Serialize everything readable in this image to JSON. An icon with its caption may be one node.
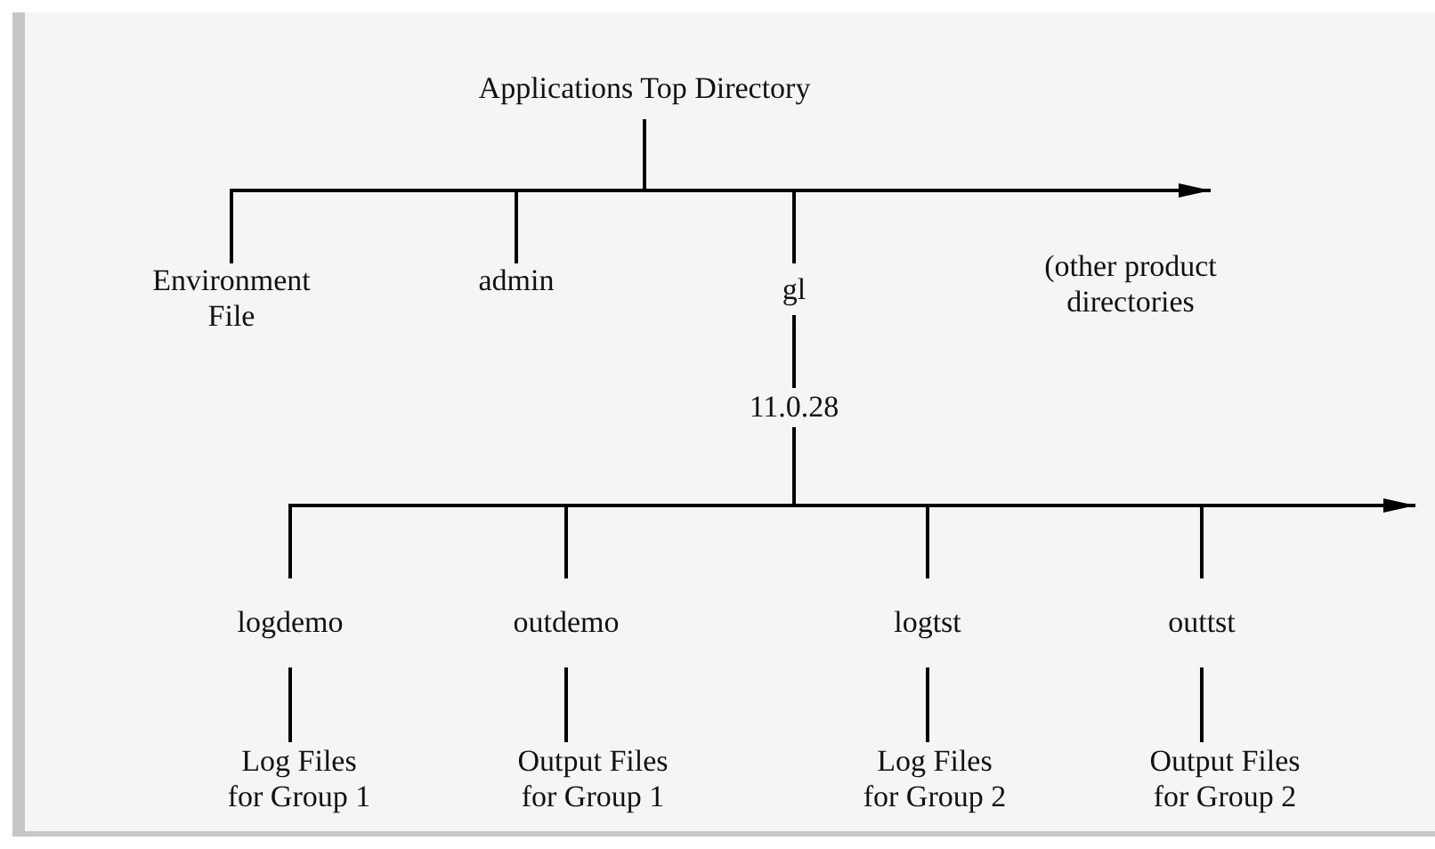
{
  "diagram": {
    "nodes": [
      {
        "text": [
          "Applications Top Directory"
        ]
      },
      {
        "text": [
          "Environment File"
        ]
      },
      {
        "text": [
          "admin"
        ]
      },
      {
        "text": [
          "gl"
        ]
      },
      {
        "text": [
          "(other product directories"
        ]
      },
      {
        "text": [
          "11.0.28"
        ]
      },
      {
        "text": [
          "logdemo"
        ]
      },
      {
        "text": [
          "outdemo"
        ]
      },
      {
        "text": [
          "logtst"
        ]
      },
      {
        "text": [
          "outtst"
        ]
      },
      {
        "text": [
          "Log Files for Group 1"
        ]
      },
      {
        "text": [
          "Output Files for Group 1"
        ]
      },
      {
        "text": [
          "Log Files for Group 2"
        ]
      },
      {
        "text": [
          "Output Files for Group 2"
        ]
      }
    ],
    "edges": [
      {
        "from": 0,
        "to": 1,
        "arrow": "none"
      },
      {
        "from": 0,
        "to": 2,
        "arrow": "none"
      },
      {
        "from": 0,
        "to": 3,
        "arrow": "none"
      },
      {
        "from": 0,
        "to": 4,
        "arrow": "to"
      },
      {
        "from": 3,
        "to": 5,
        "arrow": "none"
      },
      {
        "from": 5,
        "to": 6,
        "arrow": "none"
      },
      {
        "from": 5,
        "to": 7,
        "arrow": "none"
      },
      {
        "from": 5,
        "to": 8,
        "arrow": "none"
      },
      {
        "from": 5,
        "to": 9,
        "arrow": "none"
      },
      {
        "from": 5,
        "to": null,
        "arrow": "to"
      },
      {
        "from": 6,
        "to": 10,
        "arrow": "none"
      },
      {
        "from": 7,
        "to": 11,
        "arrow": "none"
      },
      {
        "from": 8,
        "to": 12,
        "arrow": "none"
      },
      {
        "from": 9,
        "to": 13,
        "arrow": "none"
      }
    ]
  }
}
